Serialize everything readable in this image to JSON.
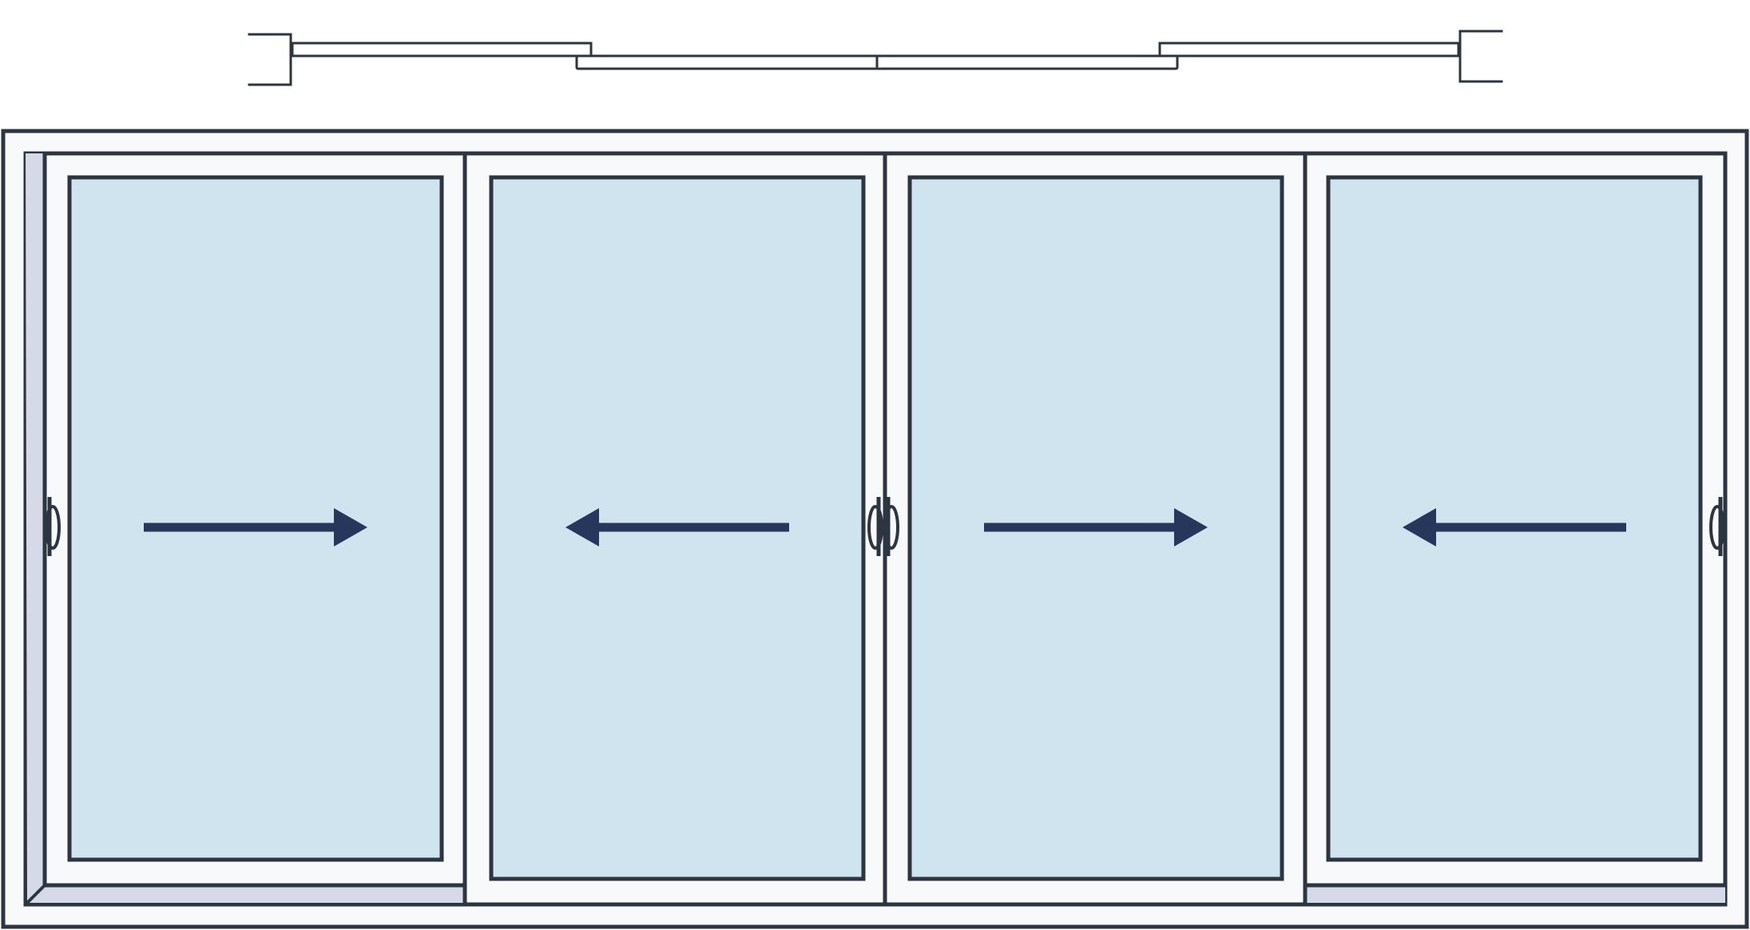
{
  "diagram": {
    "type": "sliding-door-elevation",
    "panel_count": 4,
    "panels": [
      {
        "id": "panel-1",
        "slide_direction": "right",
        "arrow_icon": "arrow-right-icon",
        "handle_side": "left",
        "handle_icon": "pull-handle-icon"
      },
      {
        "id": "panel-2",
        "slide_direction": "left",
        "arrow_icon": "arrow-left-icon",
        "handle_side": "right",
        "handle_icon": "pull-handle-icon"
      },
      {
        "id": "panel-3",
        "slide_direction": "right",
        "arrow_icon": "arrow-right-icon",
        "handle_side": "left",
        "handle_icon": "pull-handle-icon"
      },
      {
        "id": "panel-4",
        "slide_direction": "left",
        "arrow_icon": "arrow-left-icon",
        "handle_side": "right",
        "handle_icon": "pull-handle-icon"
      }
    ],
    "colors": {
      "stroke": "#2d3540",
      "frame_fill": "#f8f9fb",
      "glass": "#d0e4ef",
      "track_shade": "#d6d9e8",
      "arrow": "#27375c"
    }
  }
}
